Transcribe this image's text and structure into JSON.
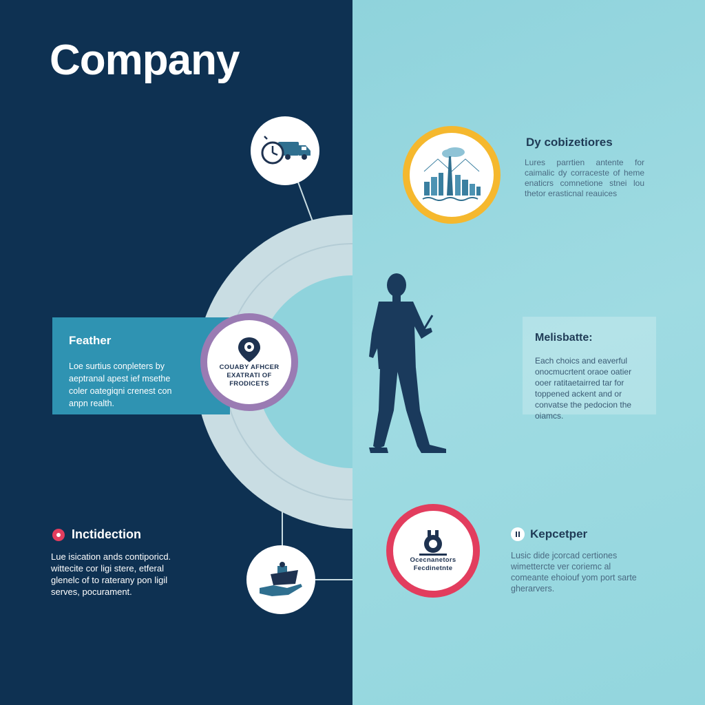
{
  "page": {
    "title": "Company"
  },
  "badges": {
    "feature_badge_text": "COUABY AFHCER EXATRATI OF FRODICETS",
    "gear_badge_text": "Ocecnanetors Fecdinetnte"
  },
  "sections": {
    "feather": {
      "heading": "Feather",
      "body": "Loe surtius conpleters by aeptranal apest ief msethe coler oategiqni crenest con anpn realth."
    },
    "dy": {
      "heading": "Dy cobizetiores",
      "body": "Lures parrtien antente for caimalic dy corraceste of heme enaticrs comnetione stnei lou thetor erasticnal reauices"
    },
    "melis": {
      "heading": "Melisbatte:",
      "body": "Each choics and eaverful onocmucrtent oraoe oatier ooer ratitaetairred tar for toppened ackent and or convatse the pedocion the oiamcs."
    },
    "intro": {
      "heading": "Inctidection",
      "body": "Lue isication ands contiporicd. wittecite cor ligi stere, etferal glenelc of to raterany pon ligil serves, pocurament."
    },
    "kep": {
      "heading": "Kepcetper",
      "body": "Lusic dide jcorcad certiones wimettercte ver coriemc al comeante ehoiouf yom port sarte gherarvers."
    }
  },
  "colors": {
    "dark_navy": "#0e3152",
    "light_teal": "#9fdbe2",
    "feather_blue": "#2f93b2",
    "accent_yellow": "#f5b82e",
    "accent_purple": "#9a7bb3",
    "accent_red": "#e23d5e"
  },
  "icons": [
    "clock-truck-icon",
    "city-skyline-icon",
    "location-pin-icon",
    "gear-tool-icon",
    "hand-offering-icon",
    "businessman-silhouette"
  ]
}
